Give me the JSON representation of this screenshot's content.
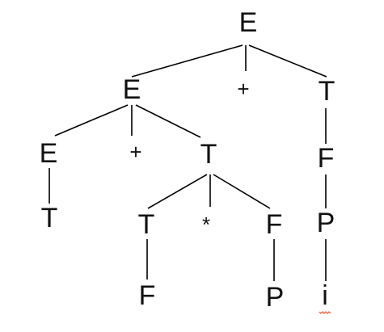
{
  "tree": {
    "nodes": {
      "root_E": "E",
      "left_E": "E",
      "root_plus": "+",
      "root_T": "T",
      "inner_E": "E",
      "inner_plus": "+",
      "inner_T": "T",
      "leaf_T_under_E": "T",
      "inner_T_T": "T",
      "inner_star": "*",
      "inner_F": "F",
      "leaf_F_under_T": "F",
      "leaf_P_under_F": "P",
      "right_F": "F",
      "right_P": "P",
      "right_i": "i"
    },
    "colors": {
      "line": "#000000",
      "text": "#111111",
      "spellcheck_underline": "#e05a2b"
    }
  }
}
